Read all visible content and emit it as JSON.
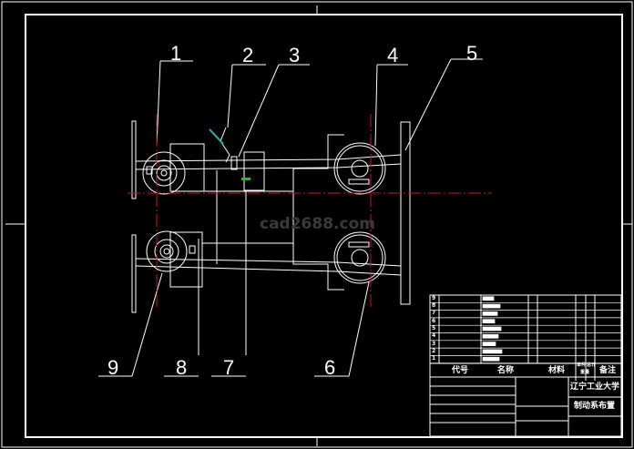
{
  "drawing": {
    "part_labels": [
      "1",
      "2",
      "3",
      "4",
      "5",
      "6",
      "7",
      "8",
      "9"
    ],
    "watermark": "cad2688.com",
    "colors": {
      "line": "#ffffff",
      "centerline": "#d0102a",
      "accent_green": "#19c819",
      "accent_cyan": "#2bb5b5"
    }
  },
  "title_block": {
    "headers": {
      "code": "代号",
      "name": "名称",
      "material": "材料",
      "remark": "备注",
      "unit_weight": "单件",
      "total_weight": "总计",
      "weight": "重量"
    },
    "row_numbers": [
      "9",
      "8",
      "7",
      "6",
      "5",
      "4",
      "3",
      "2",
      "1"
    ],
    "school": "辽宁工业大学",
    "drawing_title": "制动系布置"
  }
}
